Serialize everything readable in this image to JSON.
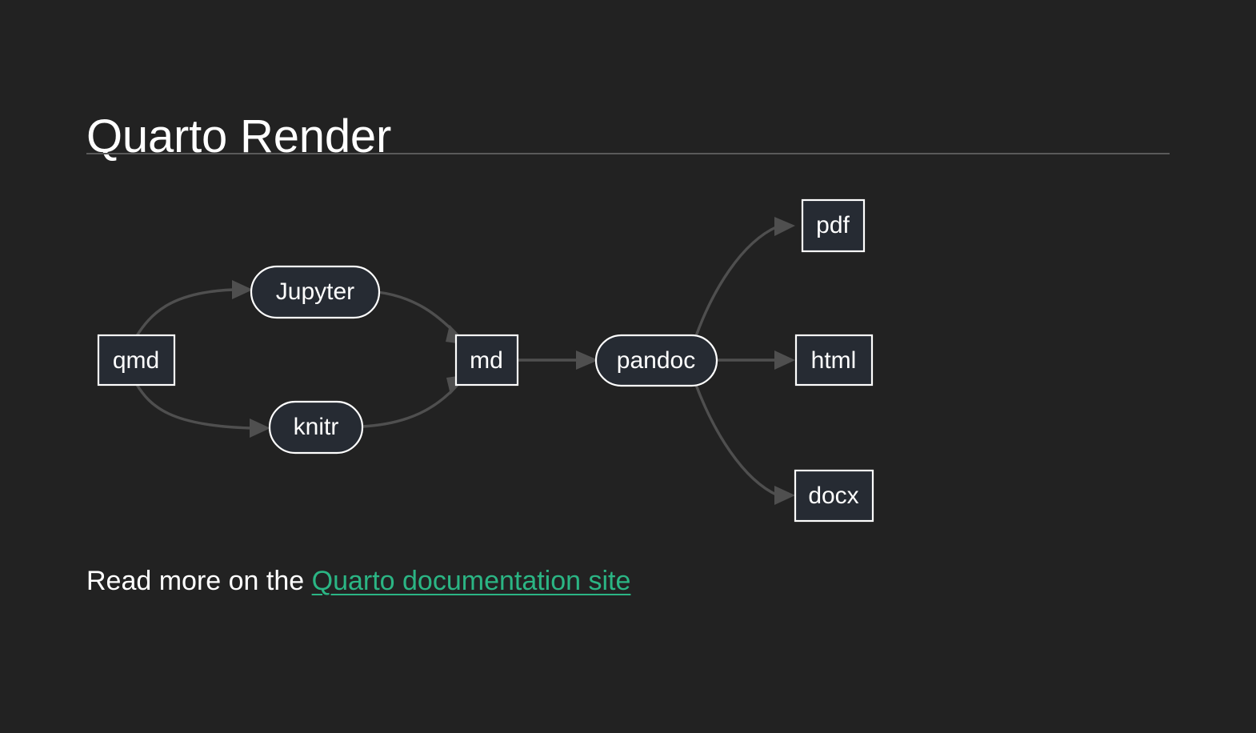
{
  "slide": {
    "title": "Quarto Render",
    "background_color": "#222222",
    "text_color": "#ffffff",
    "rule_color": "#5a5a5a"
  },
  "diagram": {
    "type": "flowchart",
    "direction": "left-to-right",
    "node_fill": "#262b33",
    "node_stroke": "#ffffff",
    "edge_color": "#4f4f4f",
    "nodes": [
      {
        "id": "qmd",
        "label": "qmd",
        "shape": "rect"
      },
      {
        "id": "jupyter",
        "label": "Jupyter",
        "shape": "stadium"
      },
      {
        "id": "knitr",
        "label": "knitr",
        "shape": "stadium"
      },
      {
        "id": "md",
        "label": "md",
        "shape": "rect"
      },
      {
        "id": "pandoc",
        "label": "pandoc",
        "shape": "stadium"
      },
      {
        "id": "pdf",
        "label": "pdf",
        "shape": "rect"
      },
      {
        "id": "html",
        "label": "html",
        "shape": "rect"
      },
      {
        "id": "docx",
        "label": "docx",
        "shape": "rect"
      }
    ],
    "edges": [
      {
        "from": "qmd",
        "to": "jupyter"
      },
      {
        "from": "qmd",
        "to": "knitr"
      },
      {
        "from": "jupyter",
        "to": "md"
      },
      {
        "from": "knitr",
        "to": "md"
      },
      {
        "from": "md",
        "to": "pandoc"
      },
      {
        "from": "pandoc",
        "to": "pdf"
      },
      {
        "from": "pandoc",
        "to": "html"
      },
      {
        "from": "pandoc",
        "to": "docx"
      }
    ]
  },
  "body": {
    "lead_text": "Read more on the ",
    "link_text": "Quarto documentation site",
    "link_color": "#2bb584"
  }
}
